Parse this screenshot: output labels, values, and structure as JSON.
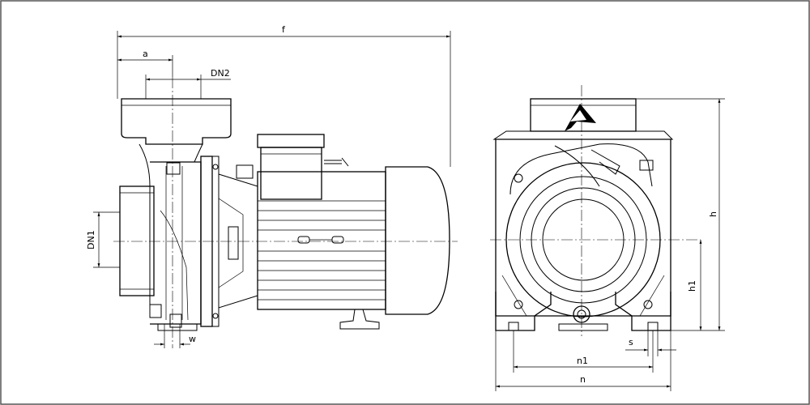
{
  "dimensions": {
    "f": "f",
    "a": "a",
    "dn2": "DN2",
    "dn1": "DN1",
    "w": "w",
    "h": "h",
    "h1": "h1",
    "n1": "n1",
    "n": "n",
    "s": "s"
  },
  "logo": {
    "icon": "triangle-a-logo-icon"
  },
  "colors": {
    "line": "#000000",
    "background": "#ffffff",
    "frame": "#555555"
  }
}
